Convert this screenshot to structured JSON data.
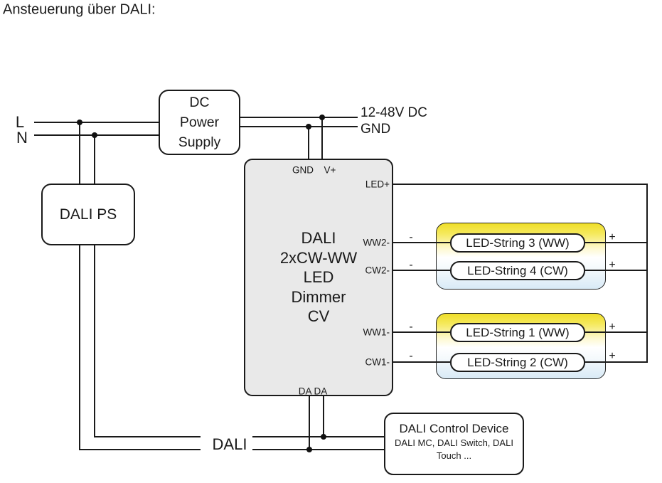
{
  "title": "Ansteuerung über DALI:",
  "left_inputs": {
    "l": "L",
    "n": "N"
  },
  "dc_power_supply": {
    "lines": [
      "DC",
      "Power",
      "Supply"
    ]
  },
  "dc_output": {
    "vplus": "12-48V DC",
    "gnd": "GND"
  },
  "dali_ps": {
    "label": "DALI PS"
  },
  "dimmer": {
    "name_lines": [
      "DALI",
      "2xCW-WW",
      "LED",
      "Dimmer",
      "CV"
    ],
    "terminals": {
      "gnd": "GND",
      "vplus": "V+",
      "led_plus": "LED+",
      "ww2": "WW2-",
      "cw2": "CW2-",
      "ww1": "WW1-",
      "cw1": "CW1-",
      "da": "DA DA"
    }
  },
  "led_groups": [
    {
      "strings": [
        {
          "label": "LED-String 3 (WW)"
        },
        {
          "label": "LED-String 4 (CW)"
        }
      ]
    },
    {
      "strings": [
        {
          "label": "LED-String 1 (WW)"
        },
        {
          "label": "LED-String 2 (CW)"
        }
      ]
    }
  ],
  "polarity": {
    "plus": "+",
    "minus": "-"
  },
  "dali_bus_label": "DALI",
  "control_device": {
    "title": "DALI Control Device",
    "subtitle_lines": [
      "DALI MC, DALI Switch, DALI",
      "Touch ..."
    ]
  },
  "colors": {
    "wire": "#1a1a1a",
    "dimmer_fill": "#e9e9e9",
    "ww_yellow": "#f2e232",
    "cw_blue": "#d9eaf6"
  }
}
